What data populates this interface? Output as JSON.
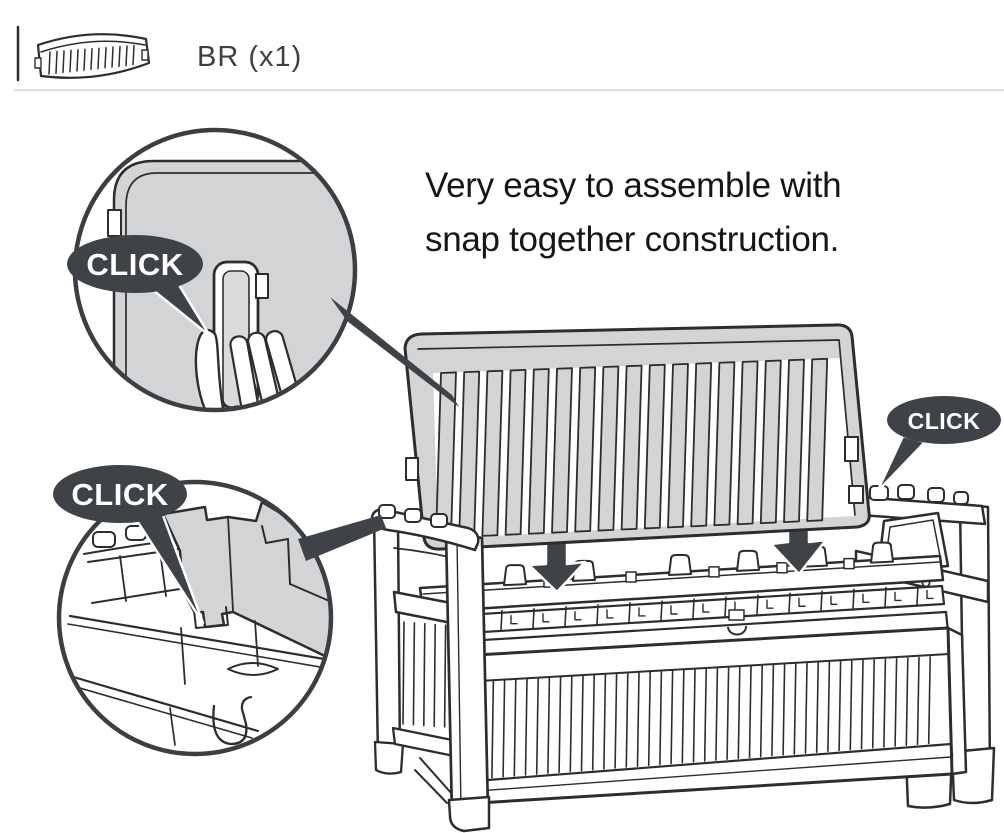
{
  "header": {
    "part_code": "BR (x1)"
  },
  "headline": {
    "line1": "Very easy to assemble with",
    "line2": "snap together construction."
  },
  "callouts": {
    "top_left": "CLICK",
    "bottom_left": "CLICK",
    "right": "CLICK"
  },
  "colors": {
    "line": "#2d2d2d",
    "panel_gray": "#d3d4d6",
    "callout_dark": "#3f4347",
    "divider": "#dedede",
    "ring": "#3b3e42",
    "headline_text": "#161616",
    "label_text": "#3f3f3f"
  }
}
